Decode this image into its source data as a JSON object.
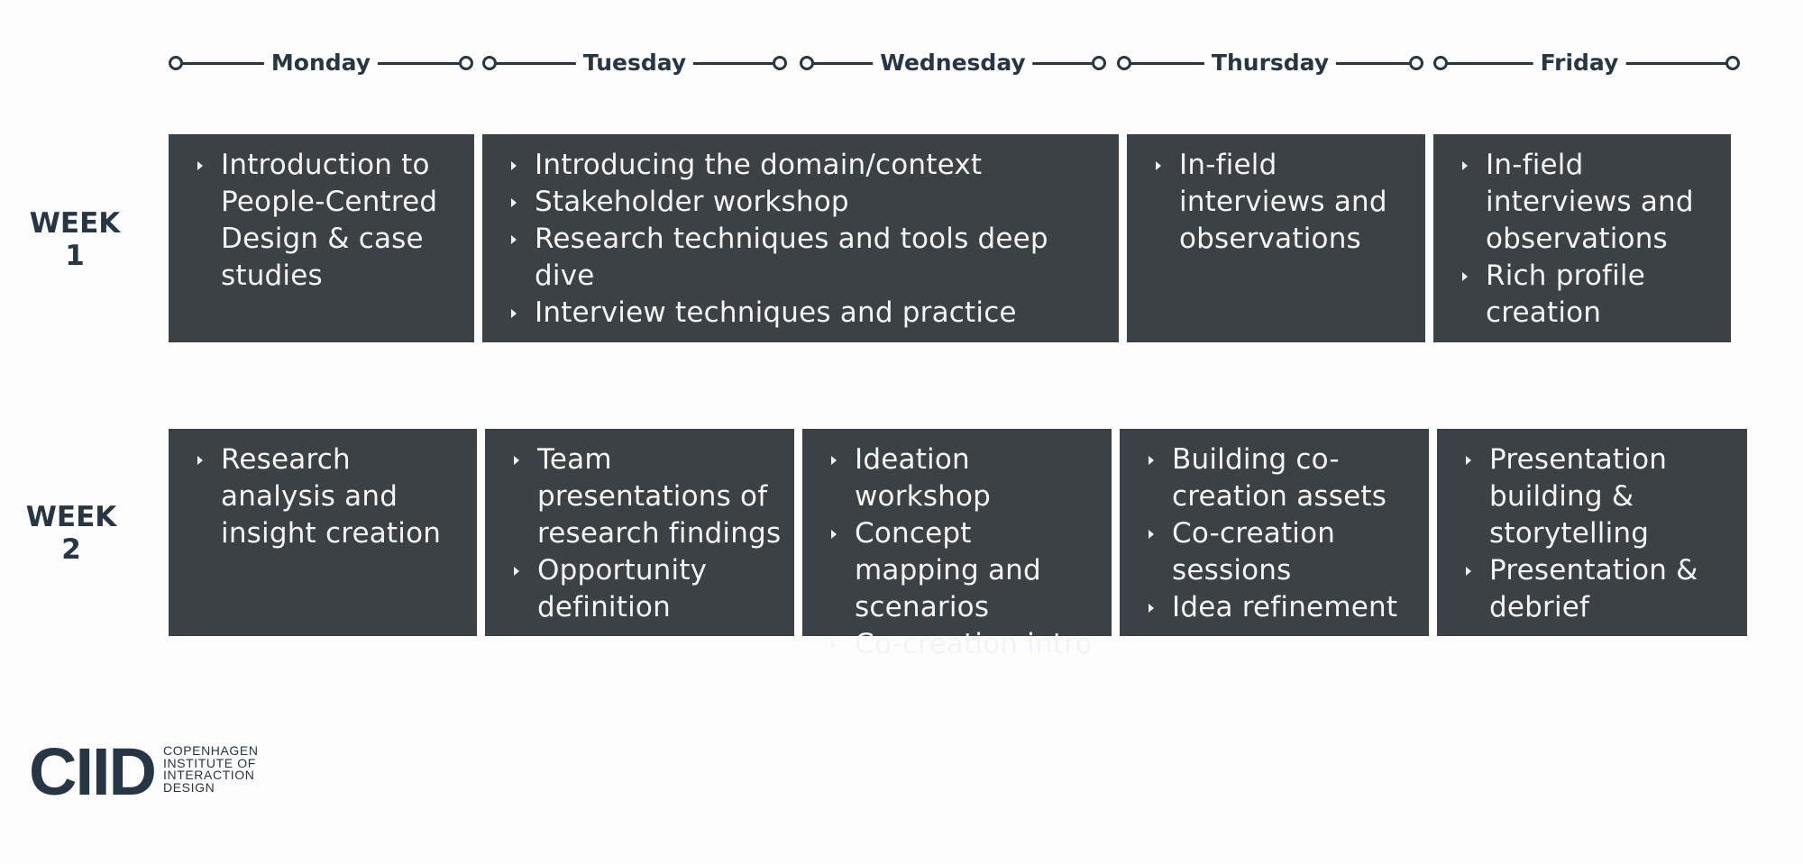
{
  "days": [
    "Monday",
    "Tuesday",
    "Wednesday",
    "Thursday",
    "Friday"
  ],
  "weeks": [
    {
      "label": "WEEK 1",
      "boxes": [
        {
          "items": [
            "Introduction to People-Centred Design & case studies"
          ]
        },
        {
          "items": [
            "Introducing the domain/context",
            "Stakeholder workshop",
            "Research techniques and tools deep dive",
            "Interview techniques and practice"
          ]
        },
        {
          "items": [
            "In-field interviews and observations"
          ]
        },
        {
          "items": [
            "In-field interviews and observations",
            "Rich profile creation"
          ]
        }
      ]
    },
    {
      "label": "WEEK 2",
      "boxes": [
        {
          "items": [
            "Research analysis and insight creation"
          ]
        },
        {
          "items": [
            "Team presentations of research findings",
            "Opportunity definition"
          ]
        },
        {
          "items": [
            "Ideation workshop",
            "Concept mapping and scenarios",
            "Co-creation intro"
          ]
        },
        {
          "items": [
            "Building co-creation assets",
            "Co-creation sessions",
            "Idea refinement"
          ]
        },
        {
          "items": [
            "Presentation building & storytelling",
            "Presentation & debrief"
          ]
        }
      ]
    }
  ],
  "logo": {
    "mark": "CIID",
    "lines": [
      "COPENHAGEN",
      "INSTITUTE OF",
      "INTERACTION",
      "DESIGN"
    ]
  },
  "colors": {
    "primary": "#263645",
    "box_bg": "#3b4144",
    "box_text": "#f4f4f4"
  }
}
